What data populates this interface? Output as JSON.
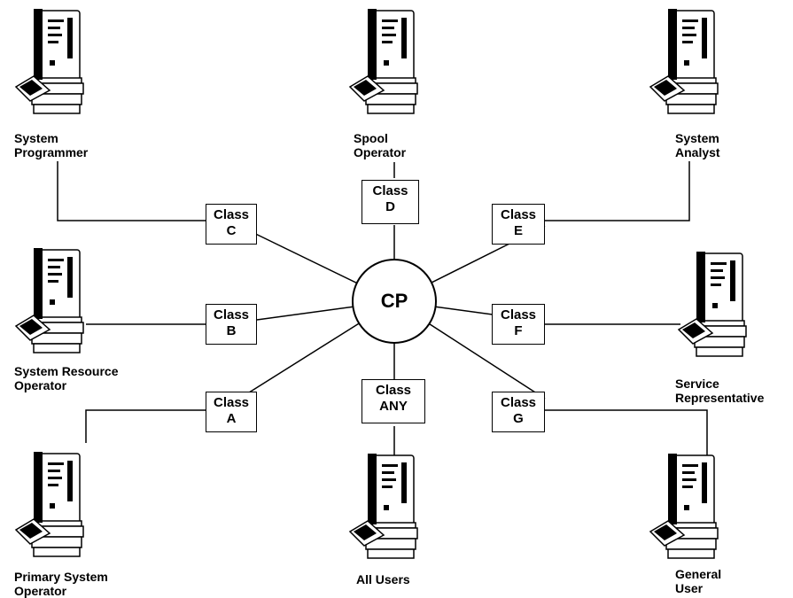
{
  "center": {
    "label": "CP"
  },
  "classes": [
    {
      "id": "A",
      "line1": "Class",
      "line2": "A"
    },
    {
      "id": "B",
      "line1": "Class",
      "line2": "B"
    },
    {
      "id": "C",
      "line1": "Class",
      "line2": "C"
    },
    {
      "id": "D",
      "line1": "Class",
      "line2": "D"
    },
    {
      "id": "E",
      "line1": "Class",
      "line2": "E"
    },
    {
      "id": "F",
      "line1": "Class",
      "line2": "F"
    },
    {
      "id": "G",
      "line1": "Class",
      "line2": "G"
    },
    {
      "id": "ANY",
      "line1": "Class",
      "line2": "ANY"
    }
  ],
  "users": [
    {
      "id": "system-programmer",
      "line1": "System",
      "line2": "Programmer"
    },
    {
      "id": "spool-operator",
      "line1": "Spool",
      "line2": "Operator"
    },
    {
      "id": "system-analyst",
      "line1": "System",
      "line2": "Analyst"
    },
    {
      "id": "system-resource-operator",
      "line1": "System Resource",
      "line2": "Operator"
    },
    {
      "id": "service-representative",
      "line1": "Service",
      "line2": "Representative"
    },
    {
      "id": "primary-system-operator",
      "line1": "Primary System",
      "line2": "Operator"
    },
    {
      "id": "all-users",
      "line1": "All Users",
      "line2": ""
    },
    {
      "id": "general-user",
      "line1": "General",
      "line2": "User"
    }
  ]
}
